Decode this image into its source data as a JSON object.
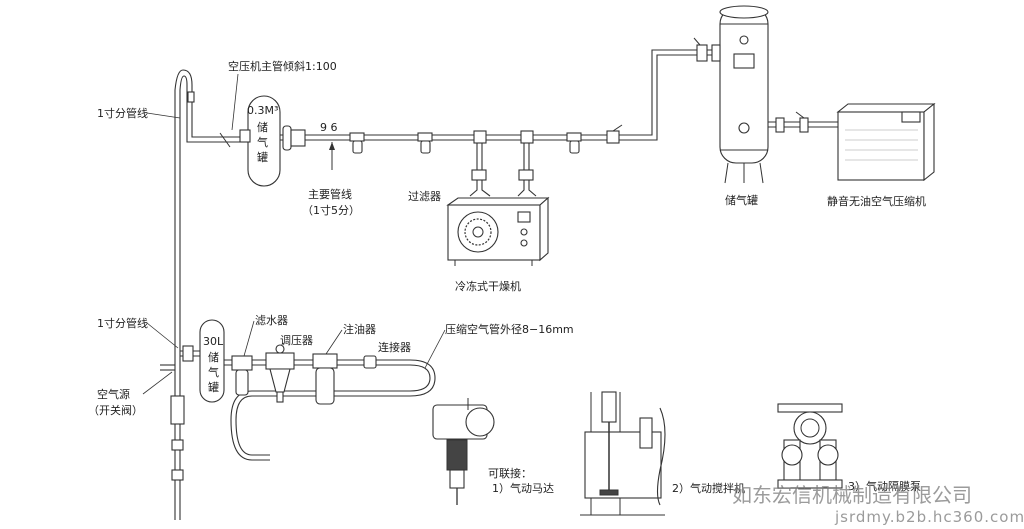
{
  "labels": {
    "main_pipe_slope": "空压机主管倾斜1:100",
    "branch_pipe_top": "1寸分管线",
    "tank_volume_top": "0.3M³",
    "tank_label_top_1": "储",
    "tank_label_top_2": "气",
    "tank_label_top_3": "罐",
    "pipe_dimension": "9 6",
    "main_pipe_line1": "主要管线",
    "main_pipe_line2": "（1寸5分）",
    "filter": "过滤器",
    "refrigerated_dryer": "冷冻式干燥机",
    "storage_tank_right": "储气罐",
    "compressor": "静音无油空气压缩机",
    "branch_pipe_bottom": "1寸分管线",
    "tank_volume_small": "30L",
    "tank_small_1": "储",
    "tank_small_2": "气",
    "tank_small_3": "罐",
    "water_filter": "滤水器",
    "regulator": "调压器",
    "lubricator": "注油器",
    "connector": "连接器",
    "hose_od": "压缩空气管外径8−16mm",
    "air_source_line1": "空气源",
    "air_source_line2": "（开关阀）",
    "connectable": "可联接：",
    "device_1": "1）气动马达",
    "device_2": "2）气动搅拌机",
    "device_3": "3）气动隔膜泵"
  },
  "watermark": {
    "company": "如东宏信机械制造有限公司",
    "url": "jsrdmy.b2b.hc360.com"
  },
  "colors": {
    "line": "#333333",
    "watermark": "#7a7a7a",
    "background": "#ffffff"
  }
}
